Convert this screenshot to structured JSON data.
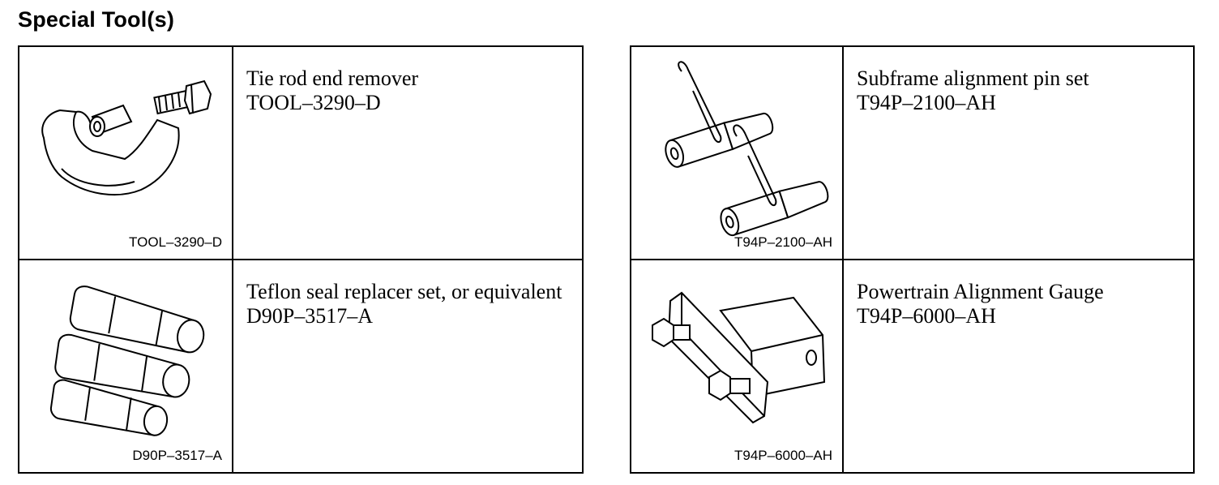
{
  "page_title": "Special Tool(s)",
  "tools": [
    {
      "image_caption": "TOOL–3290–D",
      "description": "Tie rod end remover",
      "part_number": "TOOL–3290–D",
      "icon": "tie-rod-end-remover-icon"
    },
    {
      "image_caption": "D90P–3517–A",
      "description": "Teflon seal replacer set, or equivalent",
      "part_number": "D90P–3517–A",
      "icon": "seal-replacer-set-icon"
    },
    {
      "image_caption": "T94P–2100–AH",
      "description": "Subframe alignment pin set",
      "part_number": "T94P–2100–AH",
      "icon": "alignment-pin-set-icon"
    },
    {
      "image_caption": "T94P–6000–AH",
      "description": "Powertrain Alignment Gauge",
      "part_number": "T94P–6000–AH",
      "icon": "alignment-gauge-icon"
    }
  ]
}
